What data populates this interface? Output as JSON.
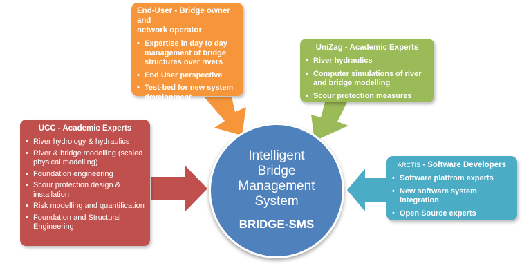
{
  "center": {
    "lines": [
      "Intelligent",
      "Bridge",
      "Management",
      "System"
    ],
    "acronym": "BRIDGE-SMS"
  },
  "end_user": {
    "title_line1": "End-User - Bridge owner and",
    "title_line2": "network  operator",
    "items": [
      "Expertise in day to day management of bridge structures over rivers",
      "End User perspective",
      "Test-bed for new system development"
    ]
  },
  "unizag": {
    "title": "UniZag - Academic Experts",
    "items": [
      "River hydraulics",
      "Computer simulations of river and bridge modelling",
      "Scour protection measures"
    ]
  },
  "ucc": {
    "title": "UCC - Academic Experts",
    "items": [
      "River hydrology & hydraulics",
      "River & bridge modelling (scaled physical modelling)",
      "Foundation engineering",
      "Scour protection  design & installation",
      "Risk modelling and quantification",
      "Foundation and Structural Engineering"
    ]
  },
  "arctis": {
    "title_prefix": "ARCTIS",
    "title_suffix": " - Software Developers",
    "items": [
      "Software platfrom experts",
      "New software system integration",
      "Open Source experts"
    ]
  },
  "colors": {
    "orange": "#f7953a",
    "green": "#9bbb59",
    "red": "#c0504d",
    "blue": "#4bacc6",
    "center": "#4f81bd"
  },
  "bullet_glyph": "•"
}
